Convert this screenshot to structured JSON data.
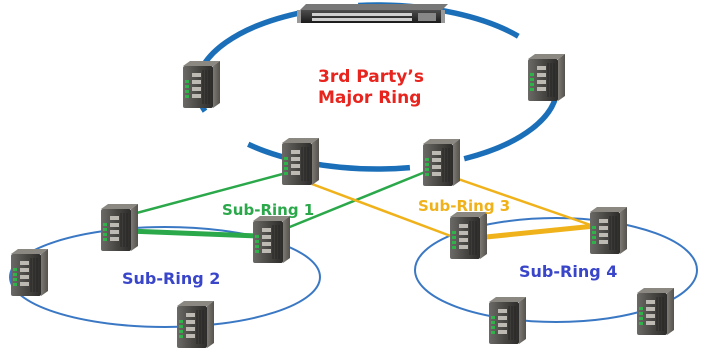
{
  "labels": {
    "major_ring_line1": "3rd Party’s",
    "major_ring_line2": "Major Ring",
    "sub_ring_1": "Sub-Ring 1",
    "sub_ring_2": "Sub-Ring 2",
    "sub_ring_3": "Sub-Ring 3",
    "sub_ring_4": "Sub-Ring 4"
  },
  "colors": {
    "major_ring": "#1b6fb8",
    "sub_ring_outline": "#3b78c4",
    "sub_ring_1": "#2aa84a",
    "sub_ring_3": "#f0b21a",
    "major_text": "#e8241e",
    "sub_ring_2_4_text": "#3a46c9"
  },
  "icons": {
    "core_switch": "rackmount-switch-icon",
    "node": "industrial-switch-icon"
  }
}
